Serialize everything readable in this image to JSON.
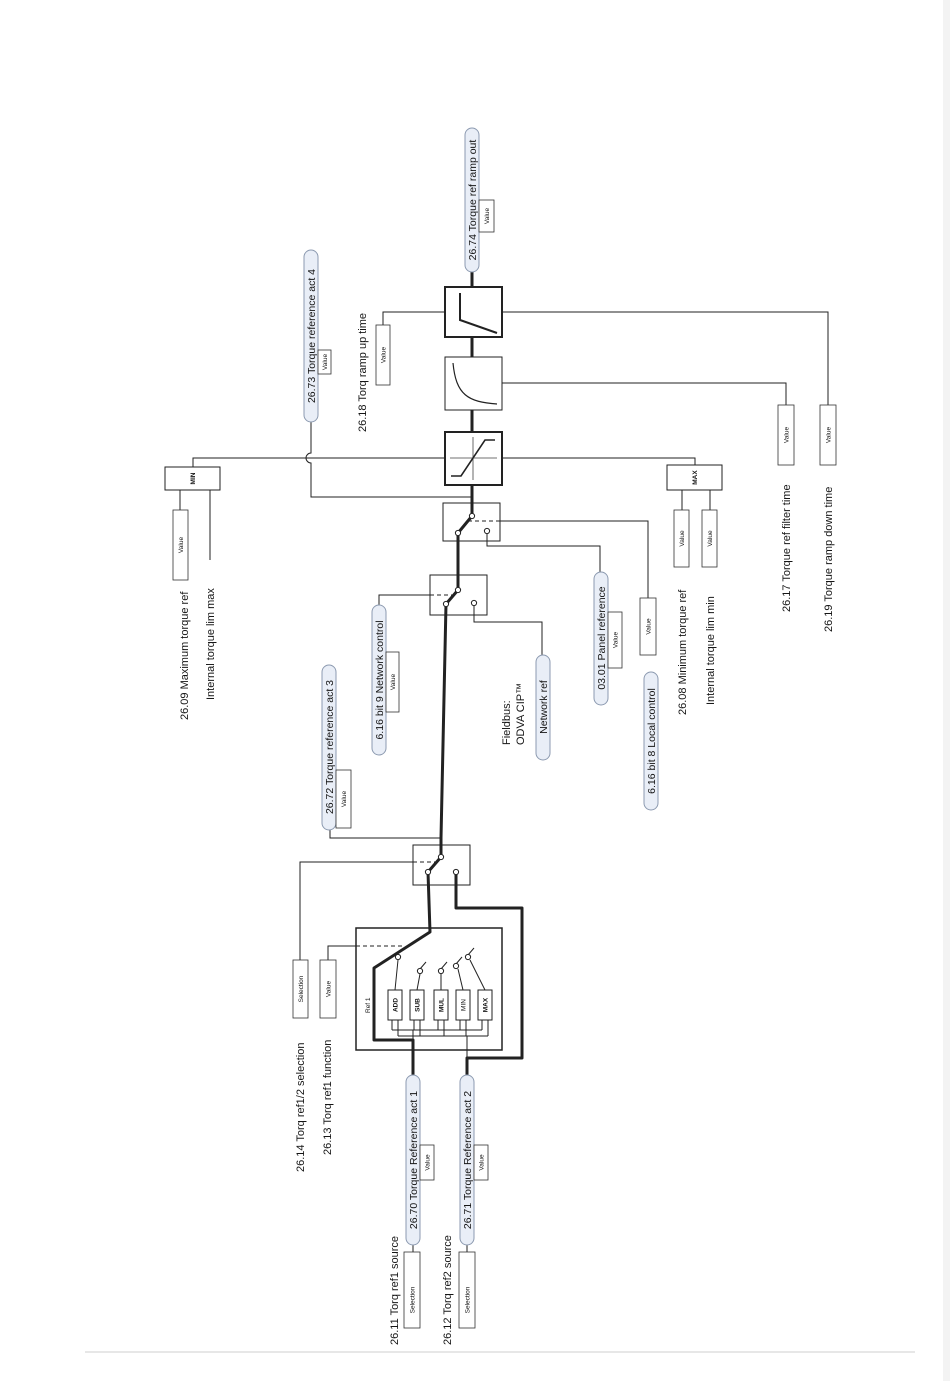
{
  "labels": {
    "max_torque_ref": "26.09 Maximum torque ref",
    "internal_lim_max": "Internal torque lim max",
    "ramp_up_time": "26.18 Torq ramp up time",
    "min_torque_ref": "26.08 Minimum torque ref",
    "internal_lim_min": "Internal torque lim min",
    "filter_time": "26.17 Torque ref filter time",
    "ramp_down_time": "26.19 Torque ramp down time",
    "fieldbus": "Fieldbus:",
    "odva": "ODVA CIP™",
    "ref1_2_selection": "26.14 Torq ref1/2 selection",
    "ref1_function": "26.13 Torq ref1 function",
    "ref1_source": "26.11 Torq ref1 source",
    "ref2_source": "26.12 Torq ref2 source",
    "ref1_block": "Ref 1"
  },
  "signals": {
    "ramp_out": "26.74 Torque ref ramp out",
    "act4": "26.73 Torque reference act 4",
    "act3": "26.72 Torque reference act 3",
    "act1": "26.70 Torque Reference act 1",
    "act2": "26.71 Torque Reference act 2",
    "panel_ref": "03.01 Panel reference",
    "local_control": "6.16 bit 8 Local control",
    "network_control": "6.16 bit 9 Network control",
    "network_ref": "Network ref"
  },
  "limit_blocks": {
    "min": "MIN",
    "max": "MAX"
  },
  "functions": [
    "ADD",
    "SUB",
    "MUL",
    "MIN",
    "MAX"
  ],
  "box_value": "Value",
  "box_selection": "Selection"
}
